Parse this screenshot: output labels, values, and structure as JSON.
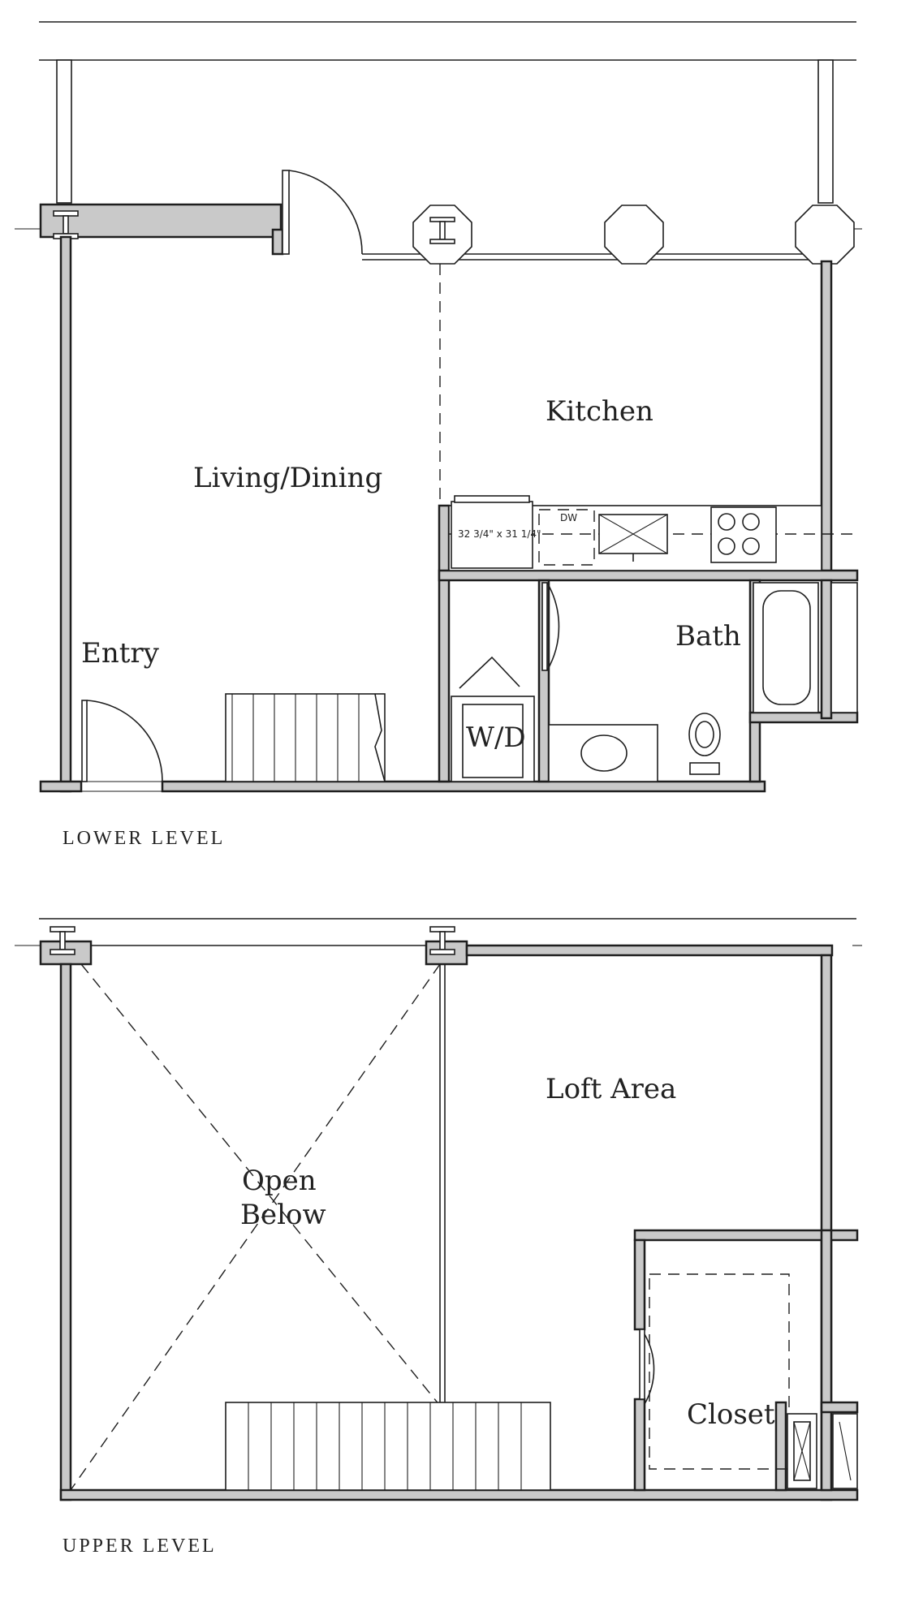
{
  "floor_plan": {
    "lower_level": {
      "label": "LOWER LEVEL",
      "rooms": {
        "kitchen": "Kitchen",
        "living_dining": "Living/Dining",
        "entry": "Entry",
        "bath": "Bath",
        "laundry": "W/D"
      },
      "appliances": {
        "dishwasher": "DW",
        "fridge_dimensions": "32 3/4\" x 31 1/4\""
      }
    },
    "upper_level": {
      "label": "UPPER LEVEL",
      "rooms": {
        "loft_area": "Loft Area",
        "open_below_line1": "Open",
        "open_below_line2": "Below",
        "closet": "Closet"
      }
    }
  },
  "colors": {
    "line": "#1e1e1e",
    "wall_fill": "#c9c9c9",
    "background": "#ffffff"
  }
}
